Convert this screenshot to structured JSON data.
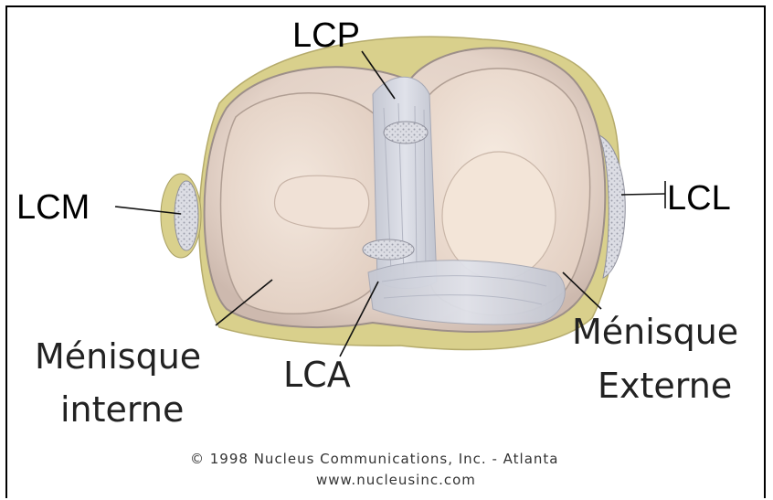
{
  "labels": {
    "lcp": "LCP",
    "lcm": "LCM",
    "lcl": "LCL",
    "lca": "LCA",
    "menisque_interne_line1": "Ménisque",
    "menisque_interne_line2": "interne",
    "menisque_externe_line1": "Ménisque",
    "menisque_externe_line2": "Externe"
  },
  "credit": {
    "line1": "© 1998 Nucleus Communications, Inc. - Atlanta",
    "line2": "www.nucleusinc.com"
  },
  "colors": {
    "plateau": "#e9d9cf",
    "plateau_edge": "#a89a94",
    "meniscus_light": "#f1e4da",
    "ligament": "#cfd2dc",
    "bone_rim": "#d8cf8a",
    "leader": "#111111"
  }
}
